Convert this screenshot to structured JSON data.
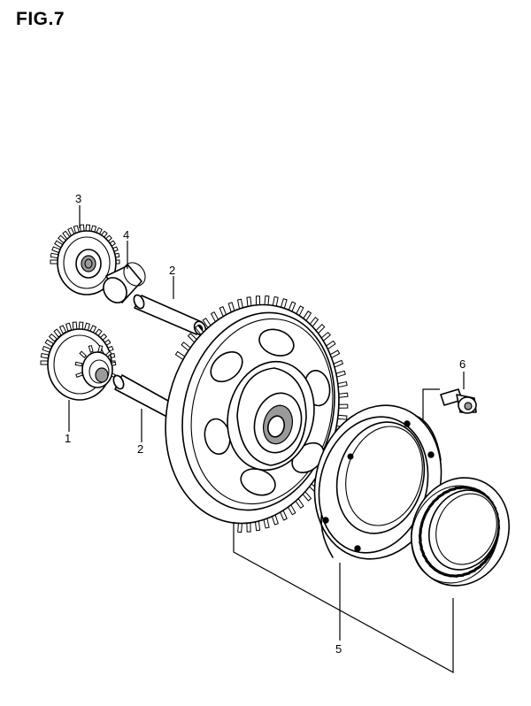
{
  "figure": {
    "title": "FIG.7"
  },
  "callouts": [
    {
      "id": "1",
      "label": "1"
    },
    {
      "id": "2a",
      "label": "2"
    },
    {
      "id": "2b",
      "label": "2"
    },
    {
      "id": "3",
      "label": "3"
    },
    {
      "id": "4",
      "label": "4"
    },
    {
      "id": "5",
      "label": "5"
    },
    {
      "id": "6",
      "label": "6"
    }
  ]
}
